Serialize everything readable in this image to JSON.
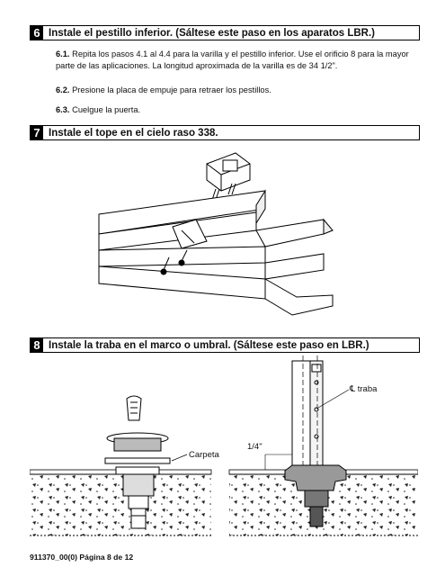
{
  "sections": [
    {
      "number": "6",
      "title": "Instale el pestillo inferior. (Sáltese este paso en los aparatos LBR.)",
      "steps": [
        {
          "num": "6.1.",
          "text": "Repita los pasos 4.1 al 4.4 para la varilla y el pestillo inferior. Use el orificio 8 para la mayor parte de las aplicaciones. La longitud aproximada de la varilla es de 34 1/2\"."
        },
        {
          "num": "6.2.",
          "text": "Presione la placa de empuje para retraer los pestillos."
        },
        {
          "num": "6.3.",
          "text": "Cuelgue la puerta."
        }
      ]
    },
    {
      "number": "7",
      "title": "Instale el tope en el cielo raso 338."
    },
    {
      "number": "8",
      "title": "Instale la traba en el marco o umbral. (Sáltese este paso en LBR.)"
    }
  ],
  "figure8": {
    "carpet_label": "Carpeta",
    "dimension_label": "1/4\"",
    "centerline_label": "℄ traba"
  },
  "footer": {
    "text": "911370_00(0) Página 8 de 12"
  }
}
